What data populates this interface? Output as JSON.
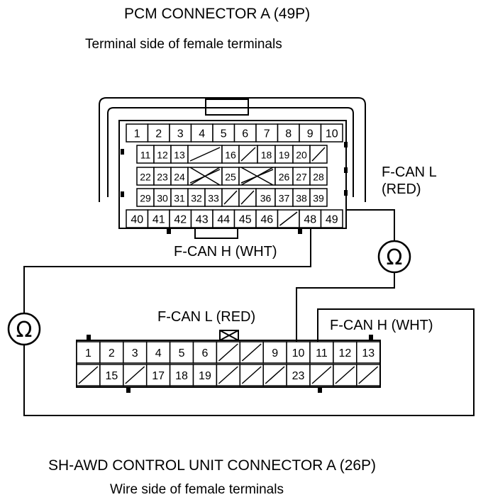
{
  "pcm_connector": {
    "title": "PCM CONNECTOR A (49P)",
    "subtitle": "Terminal side of female terminals",
    "row1": [
      "1",
      "2",
      "3",
      "4",
      "5",
      "6",
      "7",
      "8",
      "9",
      "10"
    ],
    "row2": [
      "11",
      "12",
      "13",
      "",
      "16",
      "",
      "18",
      "19",
      "20",
      ""
    ],
    "row3": [
      "22",
      "23",
      "24",
      "",
      "25",
      "",
      "26",
      "27",
      "28"
    ],
    "row4": [
      "29",
      "30",
      "31",
      "32",
      "33",
      "",
      "",
      "36",
      "37",
      "38",
      "39"
    ],
    "row5": [
      "40",
      "41",
      "42",
      "43",
      "44",
      "45",
      "46",
      "",
      "48",
      "49"
    ]
  },
  "awd_connector": {
    "title": "SH-AWD CONTROL UNIT CONNECTOR A (26P)",
    "subtitle": "Wire side of female terminals",
    "row1": [
      "1",
      "2",
      "3",
      "4",
      "5",
      "6",
      "",
      "",
      "9",
      "10",
      "11",
      "12",
      "13"
    ],
    "row2": [
      "",
      "15",
      "",
      "17",
      "18",
      "19",
      "",
      "",
      "",
      "23",
      "",
      "",
      ""
    ]
  },
  "labels": {
    "fcan_l_pcm": "F-CAN L",
    "fcan_l_pcm_color": "(RED)",
    "fcan_h_pcm": "F-CAN H (WHT)",
    "fcan_l_awd": "F-CAN L (RED)",
    "fcan_h_awd": "F-CAN H (WHT)"
  },
  "meters": {
    "symbol": "Ω",
    "left_meter_icon": "ohmmeter-icon",
    "right_meter_icon": "ohmmeter-icon"
  }
}
